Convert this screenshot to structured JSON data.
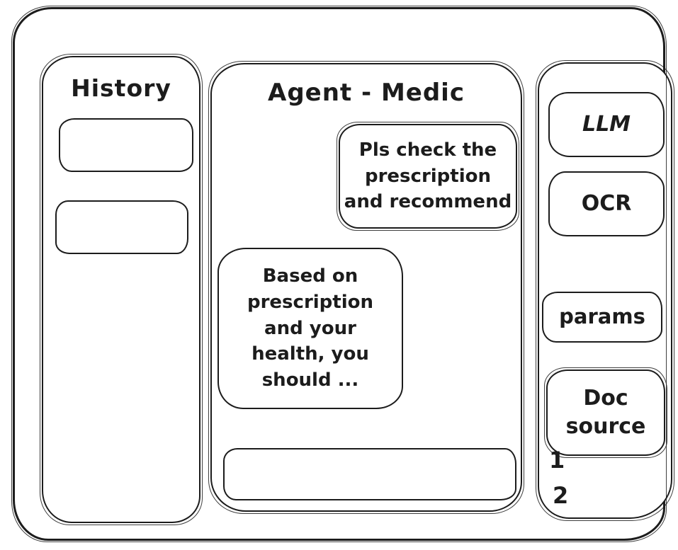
{
  "window": {
    "stroke_color": "#1c1c1c",
    "background_color": "#ffffff"
  },
  "history": {
    "title": "History",
    "items": [
      {
        "label": ""
      },
      {
        "label": ""
      }
    ]
  },
  "chat": {
    "title": "Agent - Medic",
    "messages": [
      {
        "role": "user",
        "text": "Pls check the\nprescription\nand recommend"
      },
      {
        "role": "agent",
        "text": "Based on\nprescription\nand your\nhealth, you\nshould ..."
      }
    ],
    "input": {
      "value": "",
      "placeholder": ""
    }
  },
  "tools": {
    "buttons": [
      {
        "label": "LLM"
      },
      {
        "label": "OCR"
      },
      {
        "label": "params"
      },
      {
        "label": "Doc source"
      }
    ],
    "doc_sources": [
      {
        "label": "1"
      },
      {
        "label": "2"
      }
    ]
  }
}
